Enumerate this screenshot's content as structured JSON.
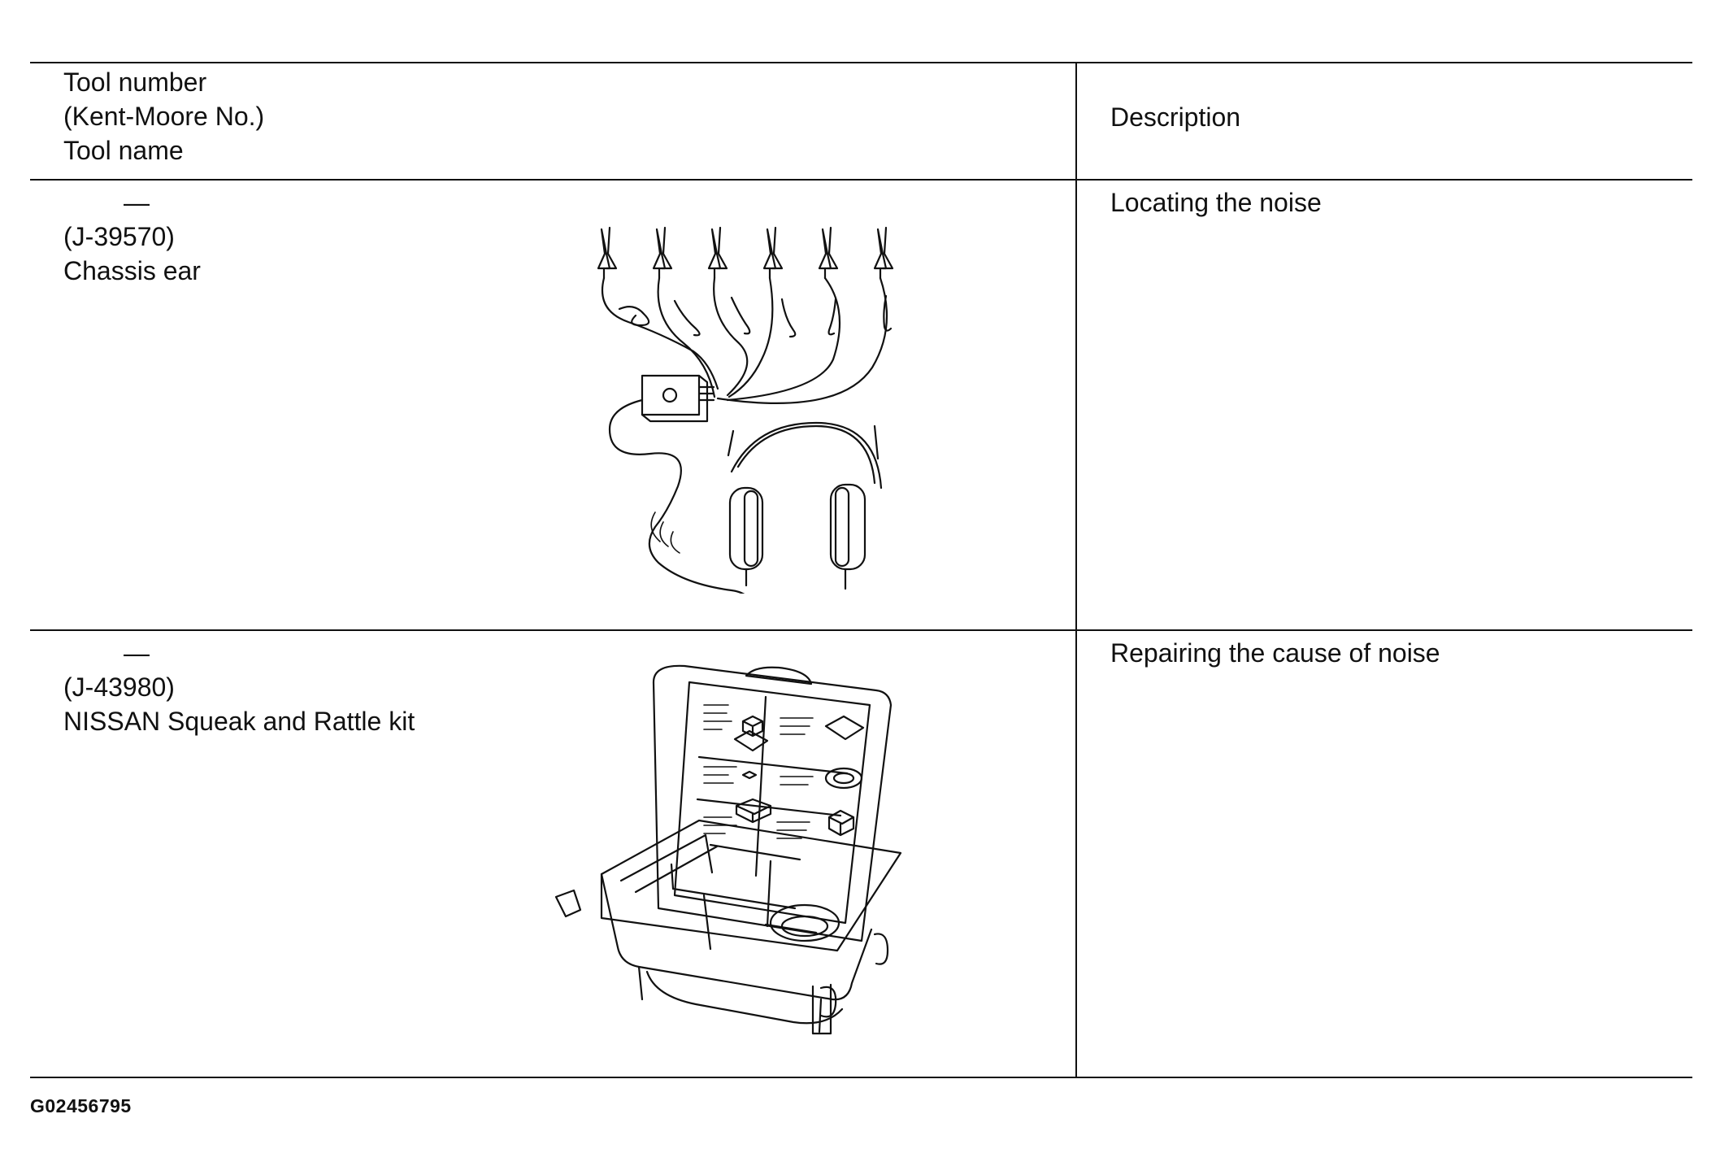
{
  "header": {
    "tool_col": [
      "Tool number",
      "(Kent-Moore No.)",
      "Tool name"
    ],
    "desc_col": "Description"
  },
  "rows": [
    {
      "tool_number": "—",
      "kent_moore": "(J-39570)",
      "tool_name": "Chassis ear",
      "description": "Locating the noise",
      "illustration": "chassis-ear-illustration"
    },
    {
      "tool_number": "—",
      "kent_moore": "(J-43980)",
      "tool_name": "NISSAN Squeak and Rattle kit",
      "description": "Repairing the cause of noise",
      "illustration": "squeak-rattle-kit-illustration"
    }
  ],
  "figure_code": "G02456795"
}
